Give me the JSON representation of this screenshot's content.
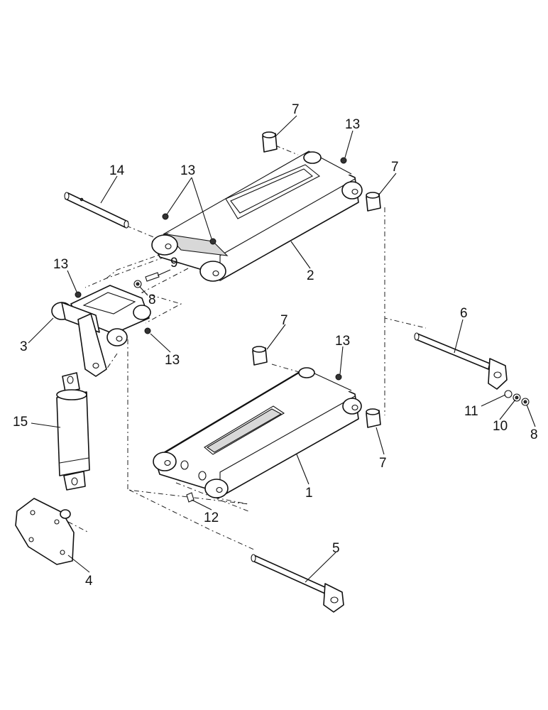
{
  "callouts": {
    "c1": "1",
    "c2": "2",
    "c3": "3",
    "c4": "4",
    "c5": "5",
    "c6": "6",
    "c7a": "7",
    "c7b": "7",
    "c7c": "7",
    "c7d": "7",
    "c8a": "8",
    "c8b": "8",
    "c9": "9",
    "c10": "10",
    "c11": "11",
    "c12": "12",
    "c13a": "13",
    "c13b": "13",
    "c13c": "13",
    "c13d": "13",
    "c13e": "13",
    "c14": "14",
    "c15": "15"
  }
}
